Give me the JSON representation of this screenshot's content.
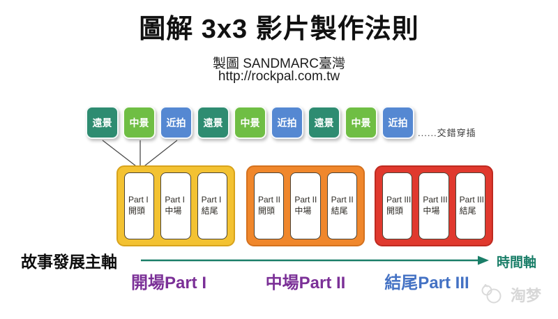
{
  "header": {
    "title": "圖解 3x3 影片製作法則",
    "credit": "製圖 SANDMARC臺灣",
    "url": "http://rockpal.com.tw"
  },
  "shots": [
    {
      "label": "遠景",
      "color": "#2E8C71"
    },
    {
      "label": "中景",
      "color": "#6FBE44"
    },
    {
      "label": "近拍",
      "color": "#5588D2"
    },
    {
      "label": "遠景",
      "color": "#2E8C71"
    },
    {
      "label": "中景",
      "color": "#6FBE44"
    },
    {
      "label": "近拍",
      "color": "#5588D2"
    },
    {
      "label": "遠景",
      "color": "#2E8C71"
    },
    {
      "label": "中景",
      "color": "#6FBE44"
    },
    {
      "label": "近拍",
      "color": "#5588D2"
    }
  ],
  "interleave_note": "......交錯穿插",
  "parts": [
    {
      "label": "開場Part I",
      "label_color": "#7B3097",
      "fill_color": "#F3C232",
      "border_color": "#D8A31C",
      "cards": [
        {
          "top": "Part I",
          "bottom": "開頭"
        },
        {
          "top": "Part I",
          "bottom": "中場"
        },
        {
          "top": "Part I",
          "bottom": "結尾"
        }
      ]
    },
    {
      "label": "中場Part II",
      "label_color": "#7B3097",
      "fill_color": "#F0872C",
      "border_color": "#D4711E",
      "cards": [
        {
          "top": "Part II",
          "bottom": "開頭"
        },
        {
          "top": "Part II",
          "bottom": "中場"
        },
        {
          "top": "Part II",
          "bottom": "結尾"
        }
      ]
    },
    {
      "label": "結尾Part III",
      "label_color": "#4472C4",
      "fill_color": "#E0392E",
      "border_color": "#BE2A20",
      "cards": [
        {
          "top": "Part III",
          "bottom": "開頭"
        },
        {
          "top": "Part III",
          "bottom": "中場"
        },
        {
          "top": "Part III",
          "bottom": "結尾"
        }
      ]
    }
  ],
  "timeline": {
    "axis_label": "故事發展主軸",
    "end_label": "時間軸",
    "arrow_color": "#1A7E68"
  },
  "watermark": {
    "text": "淘梦"
  }
}
